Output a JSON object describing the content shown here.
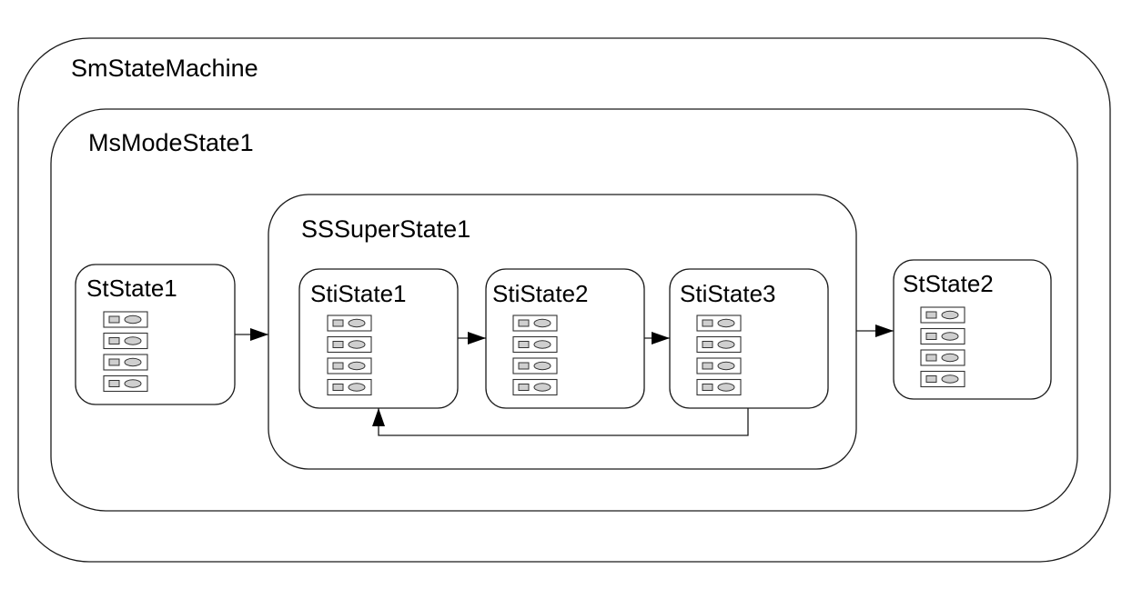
{
  "diagram": {
    "states": {
      "state_machine": {
        "label": "SmStateMachine"
      },
      "mode_state": {
        "label": "MsModeState1"
      },
      "super_state": {
        "label": "SSSuperState1"
      },
      "state1": {
        "label": "StState1",
        "slot_count": 4
      },
      "state2": {
        "label": "StState2",
        "slot_count": 4
      },
      "sub_state1": {
        "label": "StiState1",
        "slot_count": 4
      },
      "sub_state2": {
        "label": "StiState2",
        "slot_count": 4
      },
      "sub_state3": {
        "label": "StiState3",
        "slot_count": 4
      }
    },
    "transitions": [
      {
        "from": "StState1",
        "to": "SSSuperState1"
      },
      {
        "from": "StiState1",
        "to": "StiState2"
      },
      {
        "from": "StiState2",
        "to": "StiState3"
      },
      {
        "from": "StiState3",
        "to": "StiState1"
      },
      {
        "from": "SSSuperState1",
        "to": "StState2"
      }
    ]
  }
}
